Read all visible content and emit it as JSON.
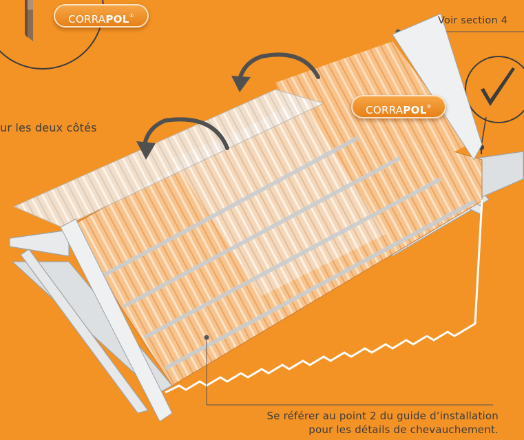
{
  "brand": {
    "light": "CORRA",
    "bold": "POL",
    "reg": "®"
  },
  "labels": {
    "both_sides": "ur les deux côtés",
    "see_section": "Voir section 4",
    "refer_line1": "Se référer au point 2 du guide d’installation",
    "refer_line2": "pour les détails de chevauchement."
  },
  "icons": {
    "rotate_left": "curved-arrow-icon",
    "check": "checkmark-icon"
  },
  "colors": {
    "background": "#F39325",
    "sheet": "#F7C08A",
    "frame": "#ECEEF0",
    "text": "#3C3C3C",
    "arrow": "#505050"
  }
}
